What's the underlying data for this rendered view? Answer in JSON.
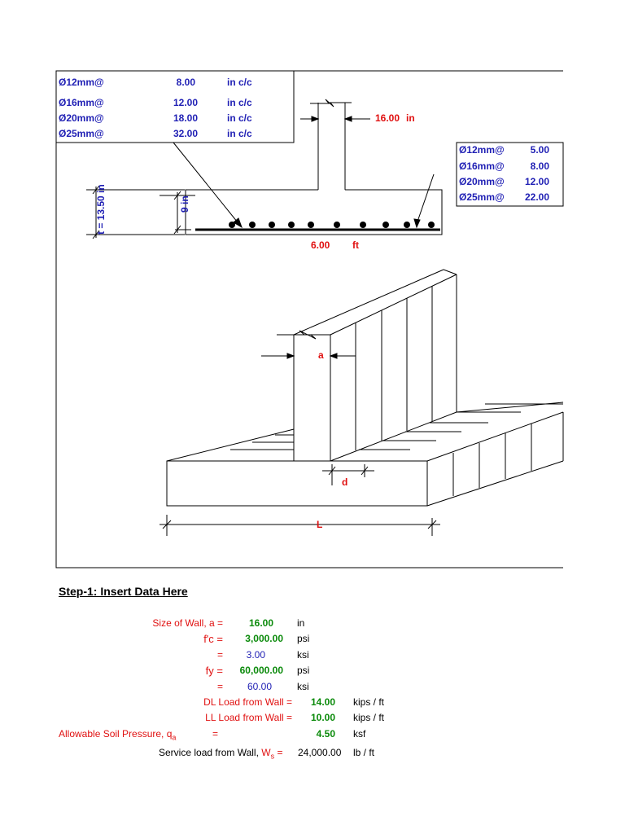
{
  "top_table": [
    {
      "bar": "Ø12mm@",
      "spacing": "8.00",
      "unit": "in c/c"
    },
    {
      "bar": "Ø16mm@",
      "spacing": "12.00",
      "unit": "in c/c"
    },
    {
      "bar": "Ø20mm@",
      "spacing": "18.00",
      "unit": "in c/c"
    },
    {
      "bar": "Ø25mm@",
      "spacing": "32.00",
      "unit": "in c/c"
    }
  ],
  "right_table": [
    {
      "bar": "Ø12mm@",
      "spacing": "5.00"
    },
    {
      "bar": "Ø16mm@",
      "spacing": "8.00"
    },
    {
      "bar": "Ø20mm@",
      "spacing": "12.00"
    },
    {
      "bar": "Ø25mm@",
      "spacing": "22.00"
    }
  ],
  "section": {
    "wall_thickness": "16.00",
    "wall_thickness_unit": "in",
    "total_depth": "13.50",
    "total_depth_unit": "in",
    "effective_depth": "9",
    "effective_depth_unit": "in",
    "width": "6.00",
    "width_unit": "ft"
  },
  "iso": {
    "label_a": "a",
    "label_d": "d",
    "label_L": "L"
  },
  "inputs": {
    "title": "Step-1: Insert Data Here",
    "rows": [
      {
        "label": "Size of Wall, a =",
        "value": "16.00",
        "value_style": "green",
        "unit": "in"
      },
      {
        "label": "f'c =",
        "value": "3,000.00",
        "value_style": "green",
        "unit": "psi"
      },
      {
        "label": "=",
        "value": "3.00",
        "value_style": "blue",
        "unit": "ksi"
      },
      {
        "label": "fy =",
        "value": "60,000.00",
        "value_style": "green",
        "unit": "psi"
      },
      {
        "label": "=",
        "value": "60.00",
        "value_style": "blue",
        "unit": "ksi"
      },
      {
        "label": "DL Load from Wall =",
        "value": "14.00",
        "value_style": "green",
        "unit": "kips / ft"
      },
      {
        "label": "LL Load from Wall =",
        "value": "10.00",
        "value_style": "green",
        "unit": "kips / ft"
      },
      {
        "label": "Allowable Soil Pressure, q",
        "label_sub": "a",
        "label_eq": "=",
        "value": "4.50",
        "value_style": "green",
        "unit": "ksf"
      }
    ],
    "service": {
      "label": "Service load from Wall,",
      "symbol": "W",
      "symbol_sub": "s",
      "eq": "=",
      "value": "24,000.00",
      "unit": "lb / ft"
    }
  }
}
